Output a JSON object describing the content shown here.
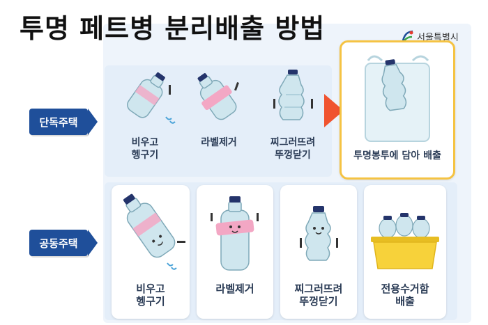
{
  "title": "투명 페트병 분리배출 방법",
  "logo": {
    "text": "서울특별시",
    "icon": "seoul-logo-icon",
    "color": "#1f4f9a"
  },
  "rows": [
    {
      "label": "단독주택",
      "steps": [
        {
          "text_line1": "비우고",
          "text_line2": "헹구기",
          "icon": "tilted-bottle-icon"
        },
        {
          "text_line1": "라벨제거",
          "text_line2": "",
          "icon": "label-removal-icon"
        },
        {
          "text_line1": "찌그러뜨려",
          "text_line2": "뚜껑닫기",
          "icon": "crushed-bottle-icon"
        },
        {
          "text_line1": "투명봉투에 담아 배출",
          "text_line2": "",
          "icon": "transparent-bag-icon"
        }
      ]
    },
    {
      "label": "공동주택",
      "steps": [
        {
          "text_line1": "비우고",
          "text_line2": "헹구기",
          "icon": "tilted-bottle-icon"
        },
        {
          "text_line1": "라벨제거",
          "text_line2": "",
          "icon": "label-removal-icon"
        },
        {
          "text_line1": "찌그러뜨려",
          "text_line2": "뚜껑닫기",
          "icon": "crushed-bottle-icon"
        },
        {
          "text_line1": "전용수거함",
          "text_line2": "배출",
          "icon": "collection-bin-icon"
        }
      ]
    }
  ],
  "colors": {
    "label_bg": "#1f4f9a",
    "arrow": "#f0532f",
    "highlight_border": "#f5c343",
    "bin": "#f7d23a",
    "bottle_cap": "#24346b",
    "bottle_body": "#cfe6ee",
    "label_pink": "#f3a7c4"
  }
}
